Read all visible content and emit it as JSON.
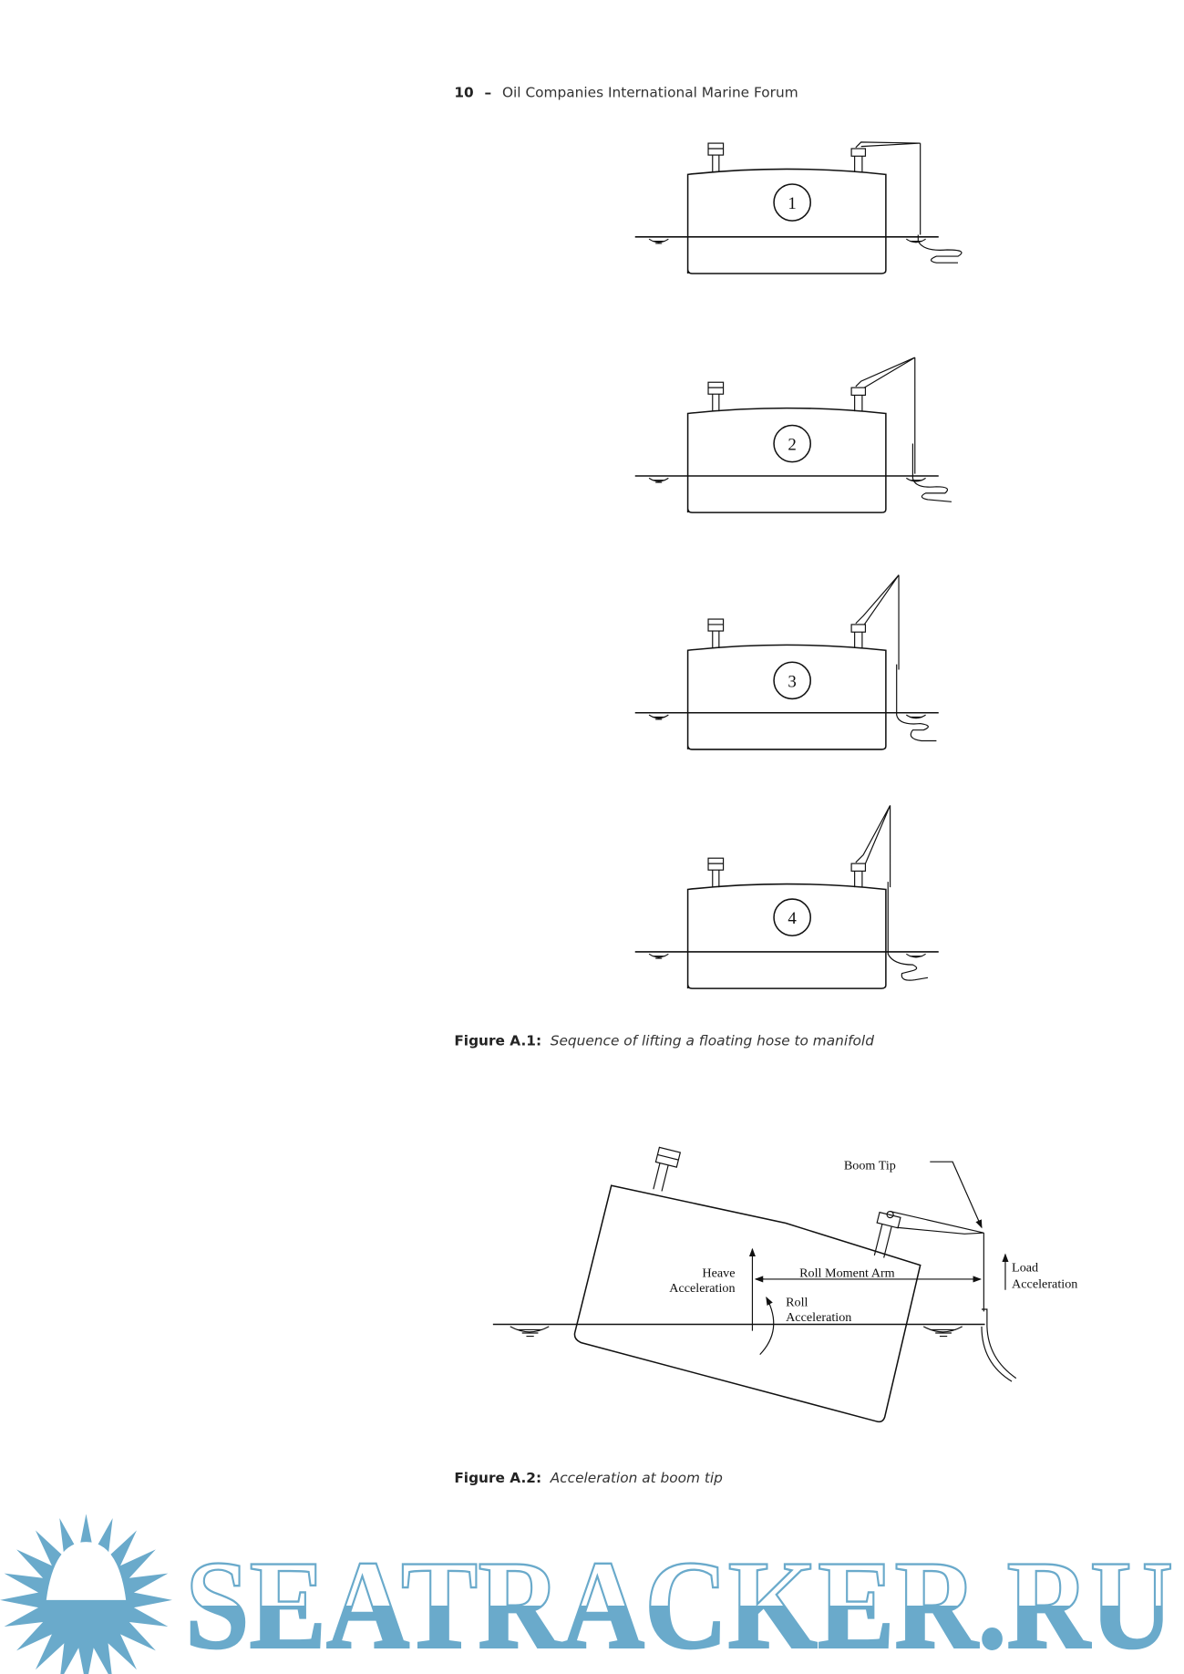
{
  "header": {
    "page_number": "10",
    "separator": "–",
    "publisher": "Oil Companies International Marine Forum"
  },
  "figure_a1": {
    "steps": [
      "1",
      "2",
      "3",
      "4"
    ],
    "caption_label": "Figure A.1:",
    "caption_text": "Sequence of lifting a floating hose to manifold"
  },
  "figure_a2": {
    "labels": {
      "boom_tip": "Boom Tip",
      "heave_1": "Heave",
      "heave_2": "Acceleration",
      "roll_moment_arm": "Roll Moment Arm",
      "roll_1": "Roll",
      "roll_2": "Acceleration",
      "load_1": "Load",
      "load_2": "Acceleration"
    },
    "caption_label": "Figure A.2:",
    "caption_text": "Acceleration at boom tip"
  },
  "watermark": {
    "text": "SEATRACKER.RU",
    "color": "#6aaacb"
  }
}
